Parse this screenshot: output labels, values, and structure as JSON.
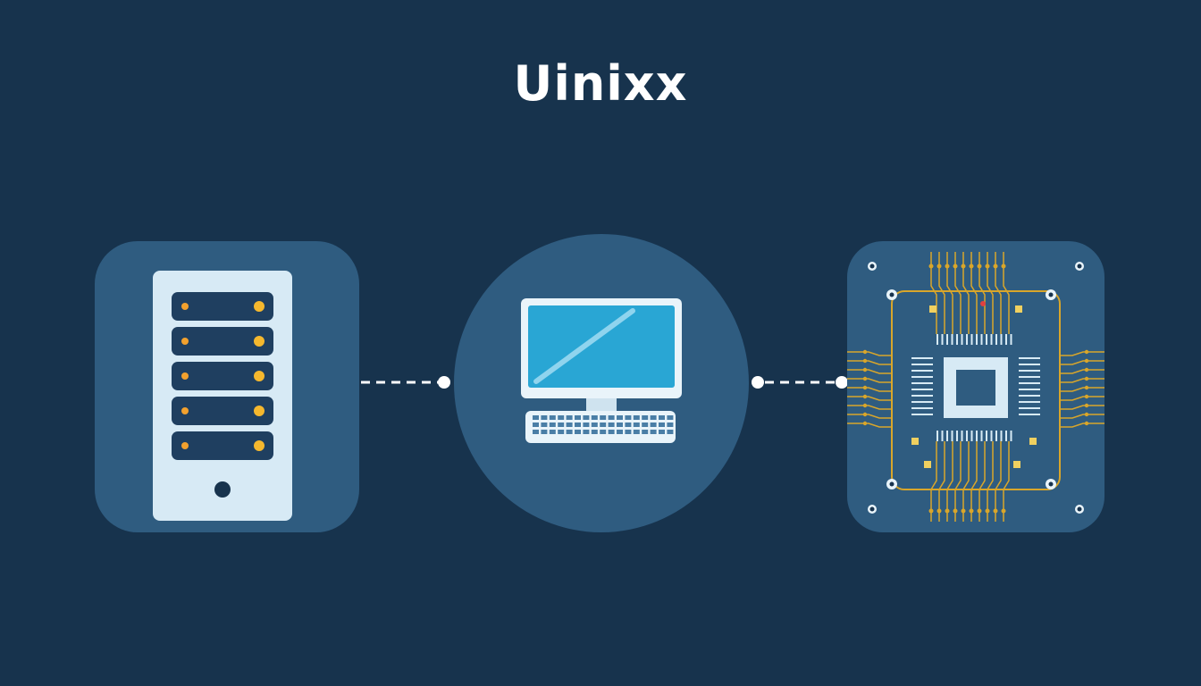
{
  "diagram": {
    "title": "Uinixx",
    "colors": {
      "background": "#17334d",
      "node_fill": "#2f5c80",
      "server_body": "#d7eaf5",
      "server_unit": "#1f3f60",
      "led_left": "#f2a12e",
      "led_right": "#f5b82e",
      "screen": "#29a6d4",
      "monitor_frame": "#e9f4fa",
      "trace_gold": "#d9a62a",
      "connector": "#ffffff"
    },
    "nodes": [
      {
        "id": "server",
        "icon": "server-rack-icon",
        "units": 5
      },
      {
        "id": "computer",
        "icon": "desktop-computer-icon"
      },
      {
        "id": "chip",
        "icon": "circuit-board-chip-icon"
      }
    ],
    "edges": [
      {
        "from": "server",
        "to": "computer",
        "style": "dashed"
      },
      {
        "from": "computer",
        "to": "chip",
        "style": "dashed"
      }
    ]
  }
}
